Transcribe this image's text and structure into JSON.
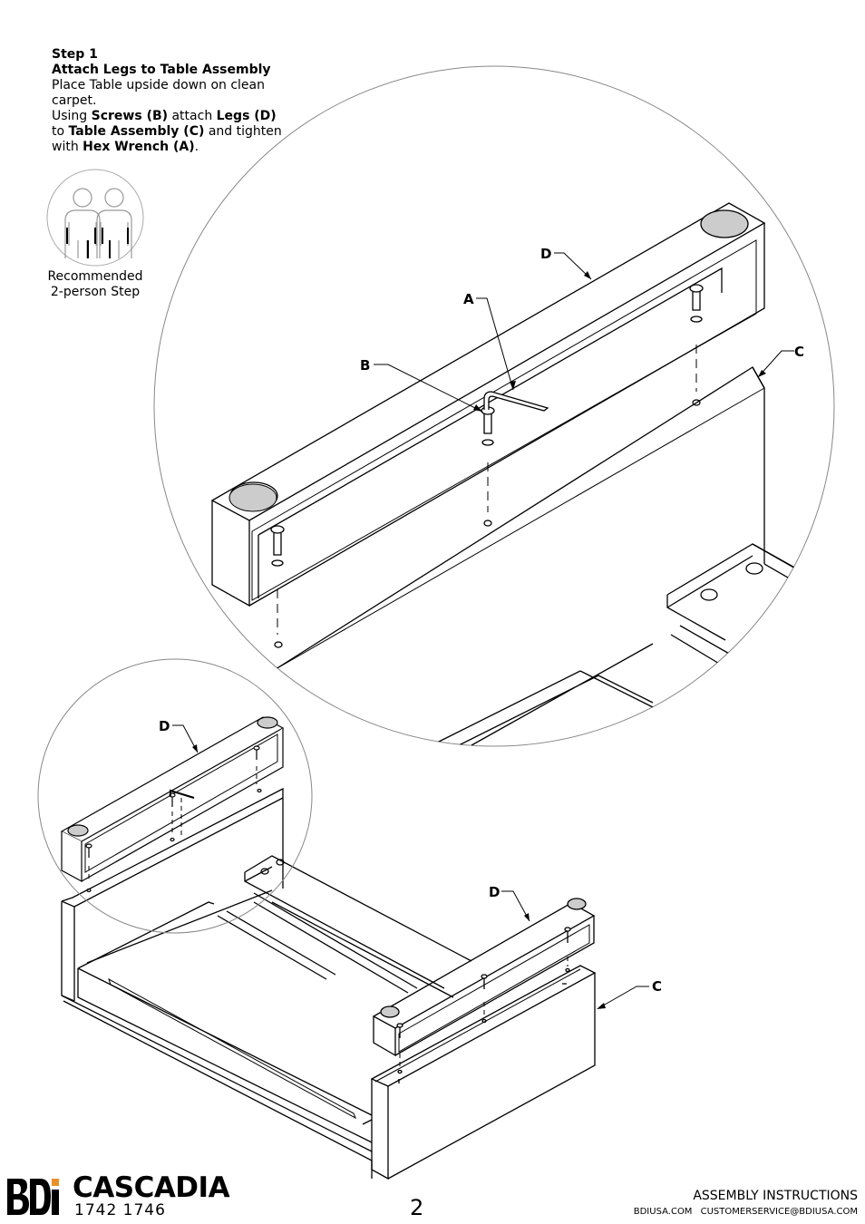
{
  "instructions": {
    "step": "Step 1",
    "title": "Attach Legs to Table Assembly",
    "line1": "Place Table upside down on clean carpet.",
    "using": "Using ",
    "screws": "Screws (B)",
    "attach": " attach ",
    "legs": "Legs (D)",
    "to": " to ",
    "table_assembly": "Table Assembly (C)",
    "and_tighten": " and tighten with ",
    "hex_wrench": "Hex Wrench (A)",
    "period": "."
  },
  "two_person": {
    "line1": "Recommended",
    "line2": "2-person Step",
    "icon": "two-person-icon"
  },
  "callouts": {
    "detail_d": "D",
    "detail_a": "A",
    "detail_b": "B",
    "detail_c": "C",
    "small_d": "D",
    "main_d": "D",
    "main_c": "C"
  },
  "footer": {
    "logo": "BDI",
    "brand": "CASCADIA",
    "models": "1742  1746",
    "page": "2",
    "assembly": "ASSEMBLY INSTRUCTIONS",
    "sites": "BDIUSA.COM  CUSTOMERSERVICE@BDIUSA.COM"
  },
  "colors": {
    "ink": "#000000",
    "accent": "#e8902a",
    "circle": "#888888"
  }
}
